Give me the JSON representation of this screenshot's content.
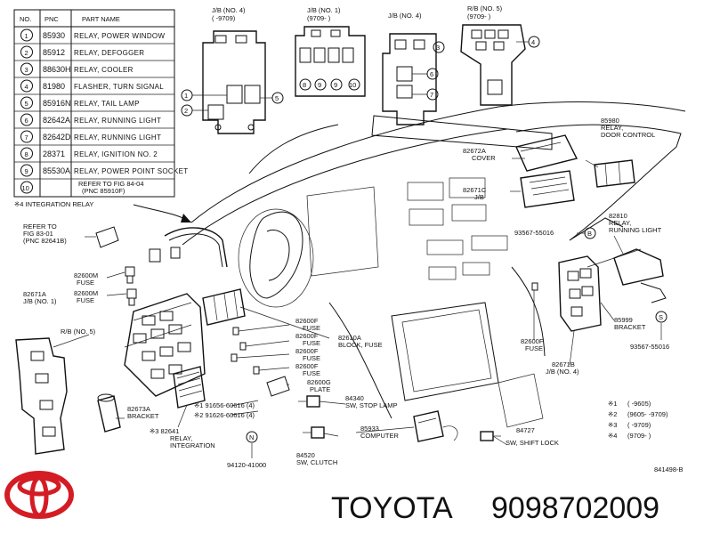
{
  "parts_table": {
    "headers": [
      "NO.",
      "PNC",
      "PART NAME"
    ],
    "rows": [
      {
        "no": "1",
        "pnc": "85930",
        "name": "RELAY, POWER WINDOW"
      },
      {
        "no": "2",
        "pnc": "85912",
        "name": "RELAY, DEFOGGER"
      },
      {
        "no": "3",
        "pnc": "88630H",
        "name": "RELAY, COOLER"
      },
      {
        "no": "4",
        "pnc": "81980",
        "name": "FLASHER, TURN SIGNAL"
      },
      {
        "no": "5",
        "pnc": "85916N",
        "name": "RELAY, TAIL LAMP"
      },
      {
        "no": "6",
        "pnc": "82642A",
        "name": "RELAY, RUNNING LIGHT"
      },
      {
        "no": "7",
        "pnc": "82642D",
        "name": "RELAY, RUNNING LIGHT"
      },
      {
        "no": "8",
        "pnc": "28371",
        "name": "RELAY, IGNITION NO. 2"
      },
      {
        "no": "9",
        "pnc": "85530A",
        "name": "RELAY, POWER POINT SOCKET"
      },
      {
        "no": "10",
        "pnc": "",
        "name": "REFER TO FIG 84-04",
        "name2": "(PNC 85910F)"
      }
    ]
  },
  "integration_note": "※4 INTEGRATION RELAY",
  "junction_blocks": [
    {
      "line1": "J/B (NO. 4)",
      "line2": "(      -9709)"
    },
    {
      "line1": "J/B (NO. 1)",
      "line2": "(9709-      )"
    },
    {
      "line1": "J/B (NO. 4)",
      "line2": ""
    },
    {
      "line1": "R/B (NO. 5)",
      "line2": "(9709-      )"
    }
  ],
  "callouts": {
    "refer_fig": [
      "REFER TO",
      "FIG 83-01",
      "(PNC 82641B)"
    ],
    "p82600m_1": [
      "82600M",
      "FUSE"
    ],
    "p82671a": [
      "82671A",
      "J/B (NO. 1)"
    ],
    "p82600m_2": [
      "82600M",
      "FUSE"
    ],
    "rb_no5": "R/B (NO. 5)",
    "p82673a": [
      "82673A",
      "BRACKET"
    ],
    "p82641": [
      "※3 82641",
      "RELAY,",
      "INTEGRATION"
    ],
    "star1_91656": "※1  91656-60616 (4)",
    "star2_91626": "※2  91626-60616 (4)",
    "p94120": "94120-41000",
    "p84520": [
      "84520",
      "SW, CLUTCH"
    ],
    "p84340": [
      "84340",
      "SW, STOP LAMP"
    ],
    "p85933": [
      "85933",
      "COMPUTER"
    ],
    "p84727": [
      "84727",
      "SW, SHIFT LOCK"
    ],
    "p82600f_a": [
      "82600F",
      "FUSE"
    ],
    "p82600f_b": [
      "82600F",
      "FUSE"
    ],
    "p82600f_c": [
      "82600F",
      "FUSE"
    ],
    "p82600f_d": [
      "82600F",
      "FUSE"
    ],
    "p82610a": [
      "82610A",
      "BLOCK, FUSE"
    ],
    "p82600g": [
      "82600G",
      "PLATE"
    ],
    "p82672a": [
      "82672A",
      "COVER"
    ],
    "p82671c": [
      "82671C",
      "J/B"
    ],
    "p85980": [
      "85980",
      "RELAY,",
      "DOOR CONTROL"
    ],
    "p82810": [
      "82810",
      "RELAY,",
      "RUNNING LIGHT"
    ],
    "p93567_a": "93567-55016",
    "p93567_b": "93567-55016",
    "p85999": [
      "85999",
      "BRACKET"
    ],
    "p82600f_e": [
      "82600F",
      "FUSE"
    ],
    "p82671b": [
      "82671B",
      "J/B (NO. 4)"
    ],
    "circle_b": "B",
    "circle_n": "N",
    "circle_s": "S"
  },
  "legend": [
    {
      "mark": "※1",
      "text": "(      -9605)"
    },
    {
      "mark": "※2",
      "text": "(9605-      -9709)"
    },
    {
      "mark": "※3",
      "text": "(      -9709)"
    },
    {
      "mark": "※4",
      "text": "(9709-      )"
    }
  ],
  "diagram_ref": "841498-B",
  "brand": "TOYOTA",
  "part_number": "9098702009",
  "colors": {
    "ink": "#111111",
    "logo": "#d41c24"
  }
}
